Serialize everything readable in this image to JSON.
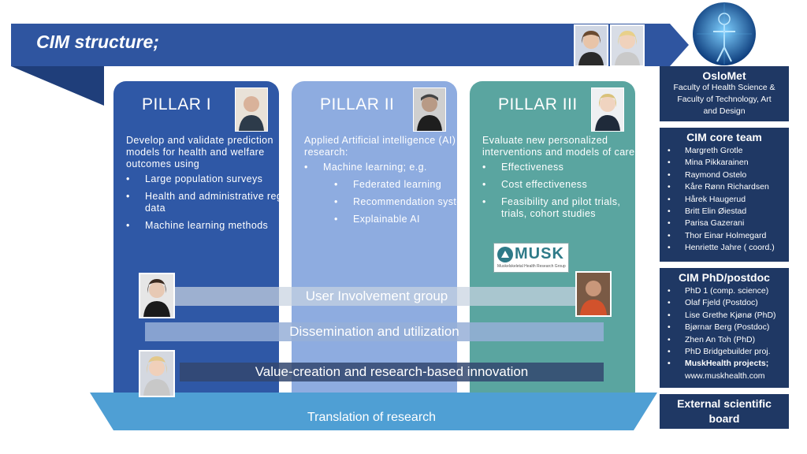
{
  "header": {
    "title": "CIM structure;"
  },
  "pillars": [
    {
      "title": "PILLAR I",
      "intro": "Develop and validate prediction models for health and welfare outcomes using",
      "bullets": [
        "Large population surveys",
        "Health and administrative registry data",
        "Machine learning methods"
      ]
    },
    {
      "title": "PILLAR II",
      "intro": "Applied Artificial intelligence (AI) research:",
      "bullets": [
        "Machine learning; e.g."
      ],
      "sub_bullets": [
        "Federated learning",
        "Recommendation systems",
        "Explainable AI"
      ]
    },
    {
      "title": "PILLAR III",
      "intro": "Evaluate new personalized interventions and models of care:",
      "bullets": [
        "Effectiveness",
        "Cost effectiveness",
        "Feasibility and pilot trials, trials, cohort studies"
      ],
      "logo_text": "MUSK",
      "logo_subtext": "Muskelskeletal Health Research Group"
    }
  ],
  "bands": {
    "user": "User Involvement group",
    "dissemination": "Dissemination and utilization",
    "value": "Value-creation and research-based innovation",
    "translation": "Translation of research"
  },
  "oslomet": {
    "title": "OsloMet",
    "lines": [
      "Faculty of Health Science &",
      "Faculty of Technology, Art",
      "and Design"
    ]
  },
  "core_team": {
    "title": "CIM core team",
    "members": [
      "Margreth Grotle",
      "Mina Pikkarainen",
      "Raymond Ostelo",
      "Kåre Rønn Richardsen",
      "Hårek Haugerud",
      "Britt Elin Øiestad",
      "Parisa Gazerani",
      "Thor Einar Holmegard",
      "Henriette Jahre ( coord.)"
    ]
  },
  "phd": {
    "title": "CIM PhD/postdoc",
    "members": [
      "PhD 1 (comp. science)",
      "Olaf Fjeld (Postdoc)",
      "Lise Grethe Kjønø (PhD)",
      "Bjørnar Berg (Postdoc)",
      "Zhen An Toh (PhD)",
      "PhD Bridgebuilder proj."
    ],
    "musk_label": "MuskHealth projects;",
    "musk_url": "www.muskhealth.com"
  },
  "board": {
    "title": "External scientific board"
  },
  "colors": {
    "banner": "#2f55a0",
    "navy": "#1f3864",
    "pillar1": "#2f58a6",
    "pillar2": "#8eace0",
    "pillar3": "#5aa5a0"
  }
}
